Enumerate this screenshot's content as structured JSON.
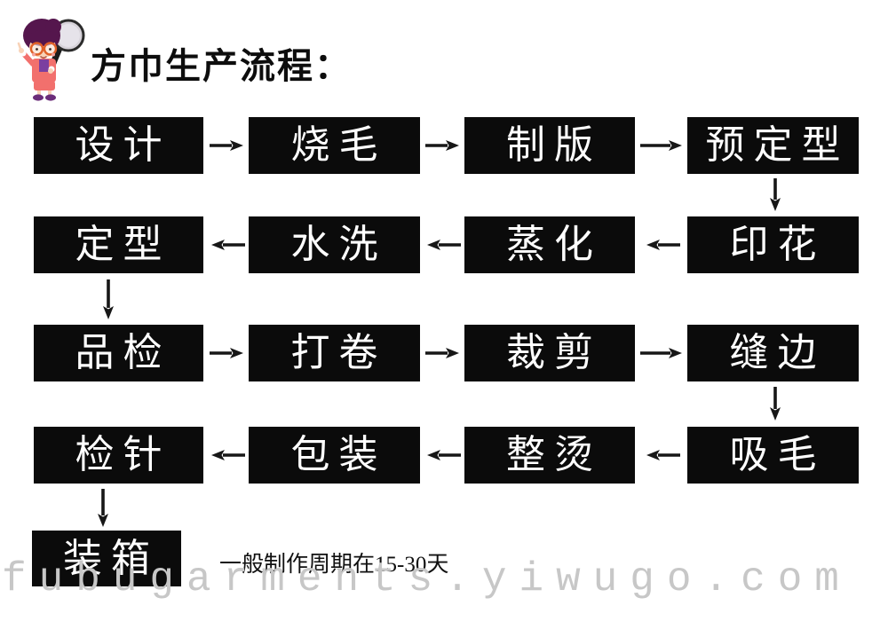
{
  "page": {
    "background": "#ffffff"
  },
  "title": "方巾生产流程：",
  "mascot": {
    "icon": "boy-with-magnifying-glass-illustration"
  },
  "flow": {
    "box_background": "#0b0b0b",
    "box_text_color": "#ffffff",
    "arrow_color": "#171717",
    "rows": [
      {
        "flow_direction": "right",
        "boxes": [
          "设计",
          "烧毛",
          "制版",
          "预定型"
        ]
      },
      {
        "flow_direction": "left",
        "boxes": [
          "定型",
          "水洗",
          "蒸化",
          "印花"
        ]
      },
      {
        "flow_direction": "right",
        "boxes": [
          "品检",
          "打卷",
          "裁剪",
          "缝边"
        ]
      },
      {
        "flow_direction": "left",
        "boxes": [
          "检针",
          "包装",
          "整烫",
          "吸毛"
        ]
      },
      {
        "flow_direction": "end",
        "boxes": [
          "装箱"
        ]
      }
    ],
    "process_sequence": [
      "设计",
      "烧毛",
      "制版",
      "预定型",
      "印花",
      "蒸化",
      "水洗",
      "定型",
      "品检",
      "打卷",
      "裁剪",
      "缝边",
      "吸毛",
      "整烫",
      "包装",
      "检针",
      "装箱"
    ]
  },
  "note": "一般制作周期在15-30天",
  "watermark": "fubugarments.yiwugo.com"
}
